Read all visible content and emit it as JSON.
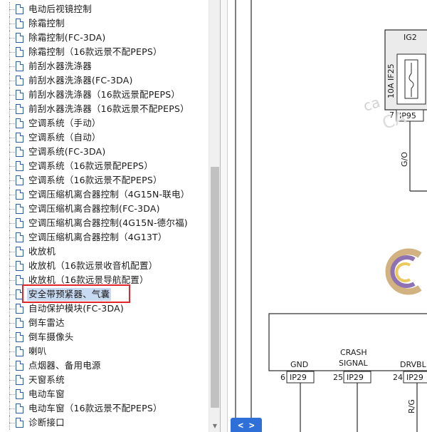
{
  "tree": {
    "items": [
      {
        "label": "电动后视镜控制"
      },
      {
        "label": "除霜控制"
      },
      {
        "label": "除霜控制(FC-3DA)"
      },
      {
        "label": "除霜控制（16款远景不配PEPS）"
      },
      {
        "label": "前刮水器洗涤器"
      },
      {
        "label": "前刮水器洗涤器(FC-3DA)"
      },
      {
        "label": "前刮水器洗涤器（16款远景配PEPS）"
      },
      {
        "label": "前刮水器洗涤器（16款远景不配PEPS）"
      },
      {
        "label": "空调系统（手动）"
      },
      {
        "label": "空调系统（自动）"
      },
      {
        "label": "空调系统(FC-3DA)"
      },
      {
        "label": "空调系统（16款远景配PEPS）"
      },
      {
        "label": "空调系统（16款远景不配PEPS）"
      },
      {
        "label": "空调压缩机离合器控制（4G15N-联电）"
      },
      {
        "label": "空调压缩机离合器控制(FC-3DA)"
      },
      {
        "label": "空调压缩机离合器控制(4G15N-德尔福)"
      },
      {
        "label": "空调压缩机离合器控制（4G13T）"
      },
      {
        "label": "收放机"
      },
      {
        "label": "收放机（16款远景收音机配置）"
      },
      {
        "label": "收放机（16款远景导航配置）"
      },
      {
        "label": "安全带预紧器、气囊",
        "selected": true
      },
      {
        "label": "自动保护模块(FC-3DA)"
      },
      {
        "label": "倒车雷达"
      },
      {
        "label": "倒车摄像头"
      },
      {
        "label": "喇叭"
      },
      {
        "label": "点烟器、备用电源"
      },
      {
        "label": "天窗系统"
      },
      {
        "label": "电动车窗"
      },
      {
        "label": "电动车窗（16款远景不配PEPS）"
      },
      {
        "label": "诊断接口"
      }
    ]
  },
  "diagram": {
    "fuse_supply": "IG2",
    "fuse_rating": "10A IF25",
    "fuse_pin": "7",
    "fuse_connector": "IP95",
    "fuse_wire": "G/O",
    "pins": [
      {
        "num": "6",
        "connector": "IP29",
        "name": "GND"
      },
      {
        "num": "25",
        "connector": "IP29",
        "name_line1": "CRASH",
        "name_line2": "SIGNAL"
      },
      {
        "num": "24",
        "connector": "IP29",
        "name": "DRVBL"
      }
    ],
    "bottom_wire": "R/G",
    "watermark_text": "ca",
    "watermark_text2": "CA"
  },
  "nav": {
    "label": "< >"
  },
  "colors": {
    "selection": "#c8d9f2",
    "highlight_border": "#e0262a",
    "nav_button": "#2f6fd8",
    "doc_icon": "#2c5d9c"
  }
}
